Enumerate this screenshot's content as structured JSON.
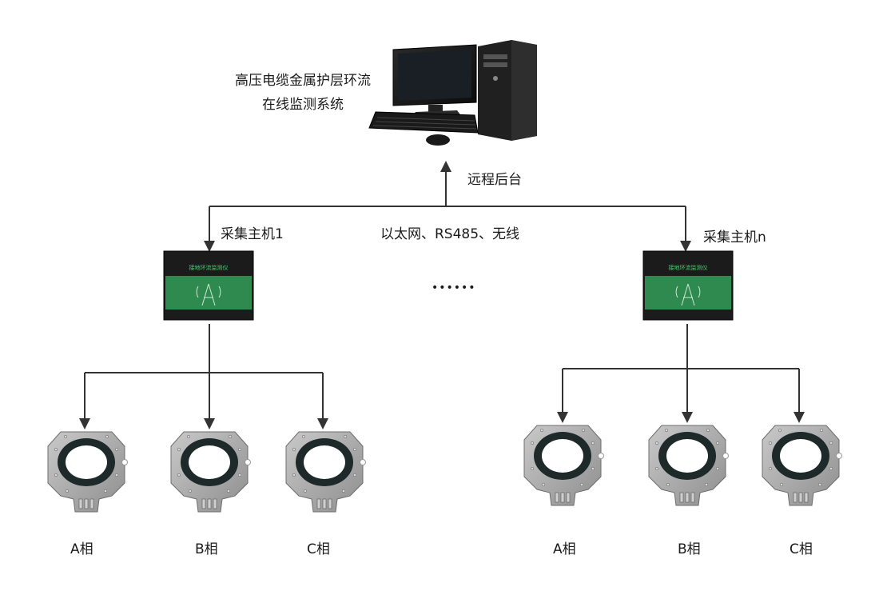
{
  "system": {
    "title_line1": "高压电缆金属护层环流",
    "title_line2": "在线监测系统"
  },
  "backend_label": "远程后台",
  "network_label": "以太网、RS485、无线",
  "ellipsis": "••••••",
  "collector_left": {
    "label": "采集主机1",
    "screen_text": "接地环流监测仪"
  },
  "collector_right": {
    "label": "采集主机n",
    "screen_text": "接地环流监测仪"
  },
  "sensors_left": [
    {
      "label": "A相"
    },
    {
      "label": "B相"
    },
    {
      "label": "C相"
    }
  ],
  "sensors_right": [
    {
      "label": "A相"
    },
    {
      "label": "B相"
    },
    {
      "label": "C相"
    }
  ],
  "colors": {
    "line": "#333333",
    "device_green": "#2e8a4e",
    "device_black": "#1b1b1b",
    "sensor_gray": "#a7a7a7",
    "sensor_ring": "#1e2a2a"
  }
}
